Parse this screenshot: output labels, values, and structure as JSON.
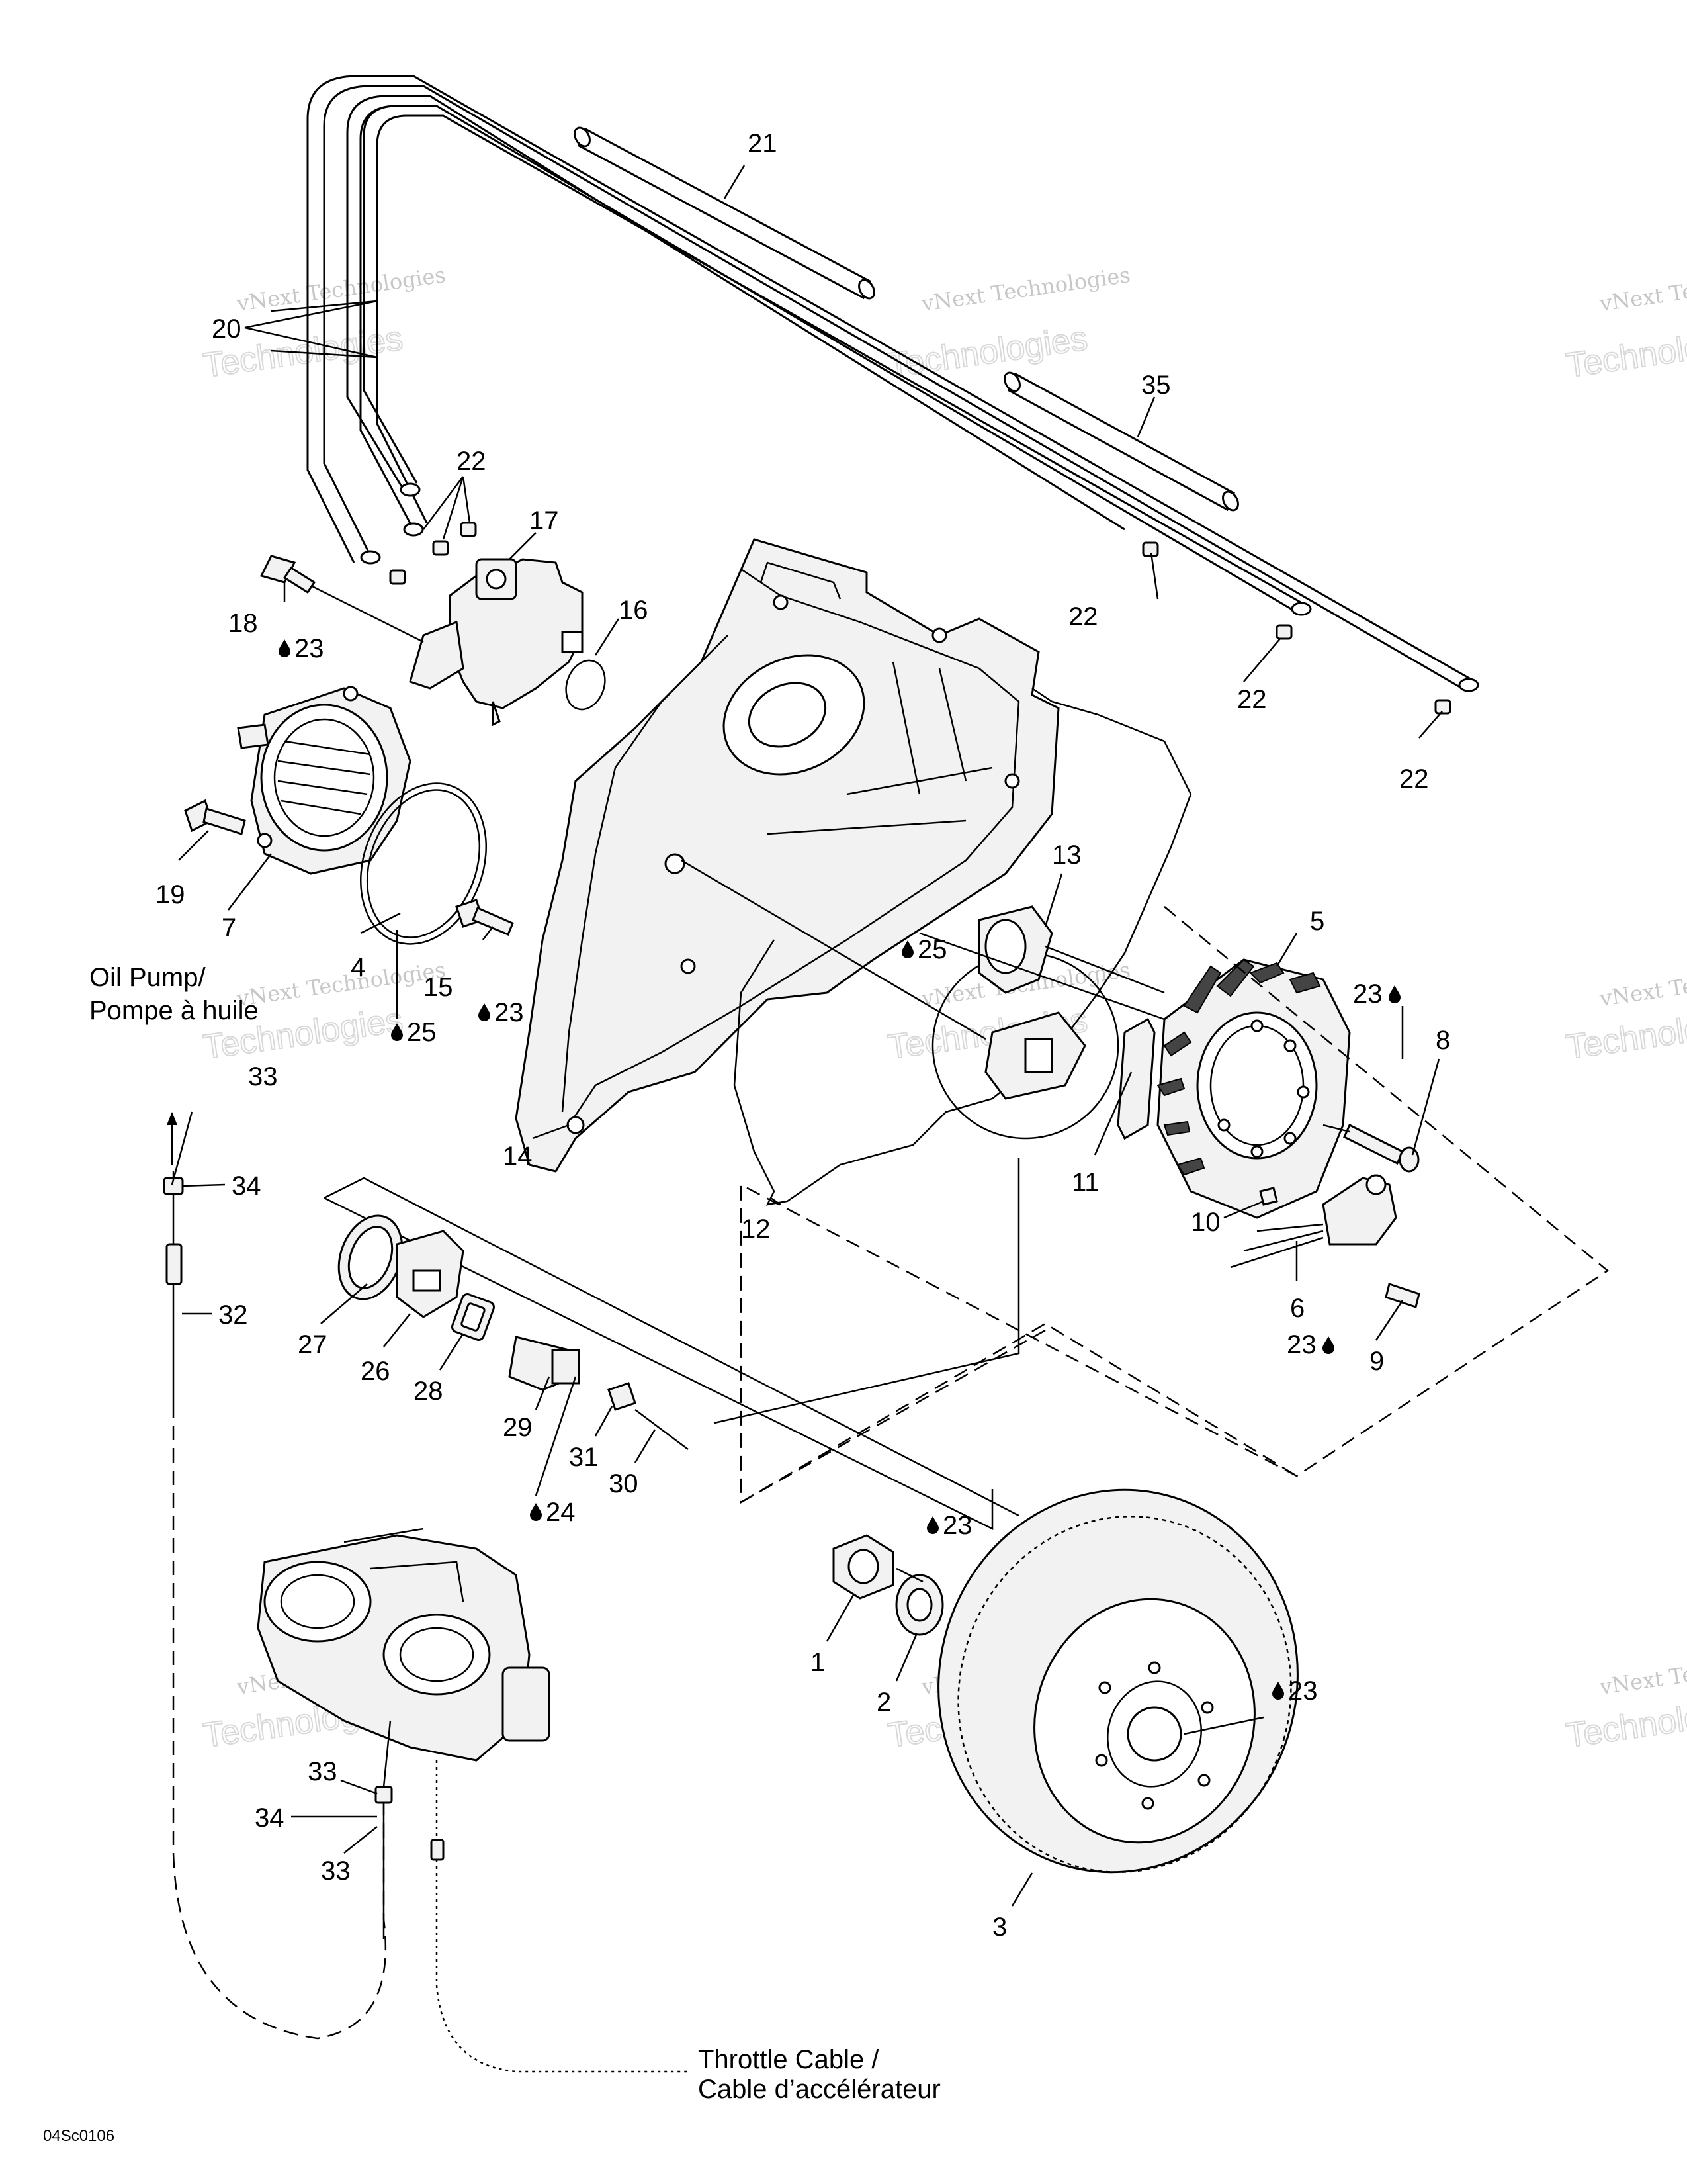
{
  "watermark": {
    "line1": "vNext Technologies",
    "line2": "Technologies",
    "line3": "vNext"
  },
  "callouts": {
    "c1": "1",
    "c2": "2",
    "c3": "3",
    "c4": "4",
    "c5": "5",
    "c6": "6",
    "c7": "7",
    "c8": "8",
    "c9": "9",
    "c10": "10",
    "c11": "11",
    "c12": "12",
    "c13": "13",
    "c14": "14",
    "c15": "15",
    "c16": "16",
    "c17": "17",
    "c18": "18",
    "c19": "19",
    "c20": "20",
    "c21": "21",
    "c22": "22",
    "c26": "26",
    "c27": "27",
    "c28": "28",
    "c29": "29",
    "c30": "30",
    "c31": "31",
    "c32": "32",
    "c33": "33",
    "c34": "34",
    "c35": "35"
  },
  "lubricants": {
    "l23": "23",
    "l24": "24",
    "l25": "25"
  },
  "labels": {
    "oil_pump_en": "Oil Pump/",
    "oil_pump_fr": "Pompe à huile",
    "throttle_en": "Throttle Cable /",
    "throttle_fr": "Cable d’accélérateur",
    "figure_code": "04Sc0106"
  },
  "icons": {
    "lubricant": "oil-drop-icon"
  }
}
